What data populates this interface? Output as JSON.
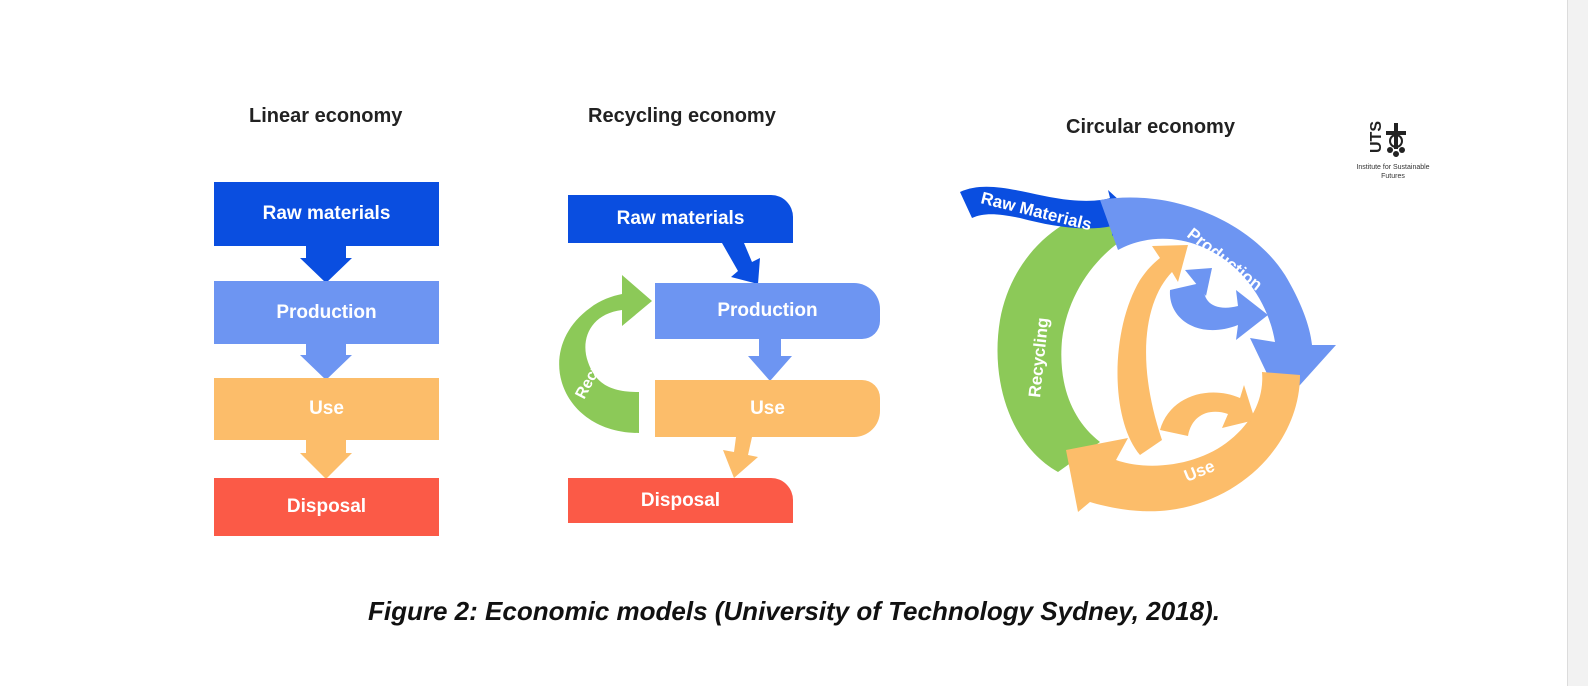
{
  "titles": {
    "linear": "Linear economy",
    "recycling": "Recycling economy",
    "circular": "Circular economy"
  },
  "linear": {
    "raw": "Raw materials",
    "production": "Production",
    "use": "Use",
    "disposal": "Disposal"
  },
  "recycling_economy": {
    "raw": "Raw materials",
    "production": "Production",
    "use": "Use",
    "disposal": "Disposal",
    "recycling": "Recycling"
  },
  "circular": {
    "raw": "Raw Materials",
    "production": "Production",
    "use": "Use",
    "recycling": "Recycling"
  },
  "logo": {
    "name": "UTS",
    "caption": "Institute for Sustainable Futures"
  },
  "caption": "Figure 2: Economic models (University of Technology Sydney, 2018).",
  "colors": {
    "raw": "#0a4ee0",
    "production": "#6d95f2",
    "use": "#fcbd6a",
    "disposal": "#fb5a47",
    "recycling": "#8cc958"
  }
}
